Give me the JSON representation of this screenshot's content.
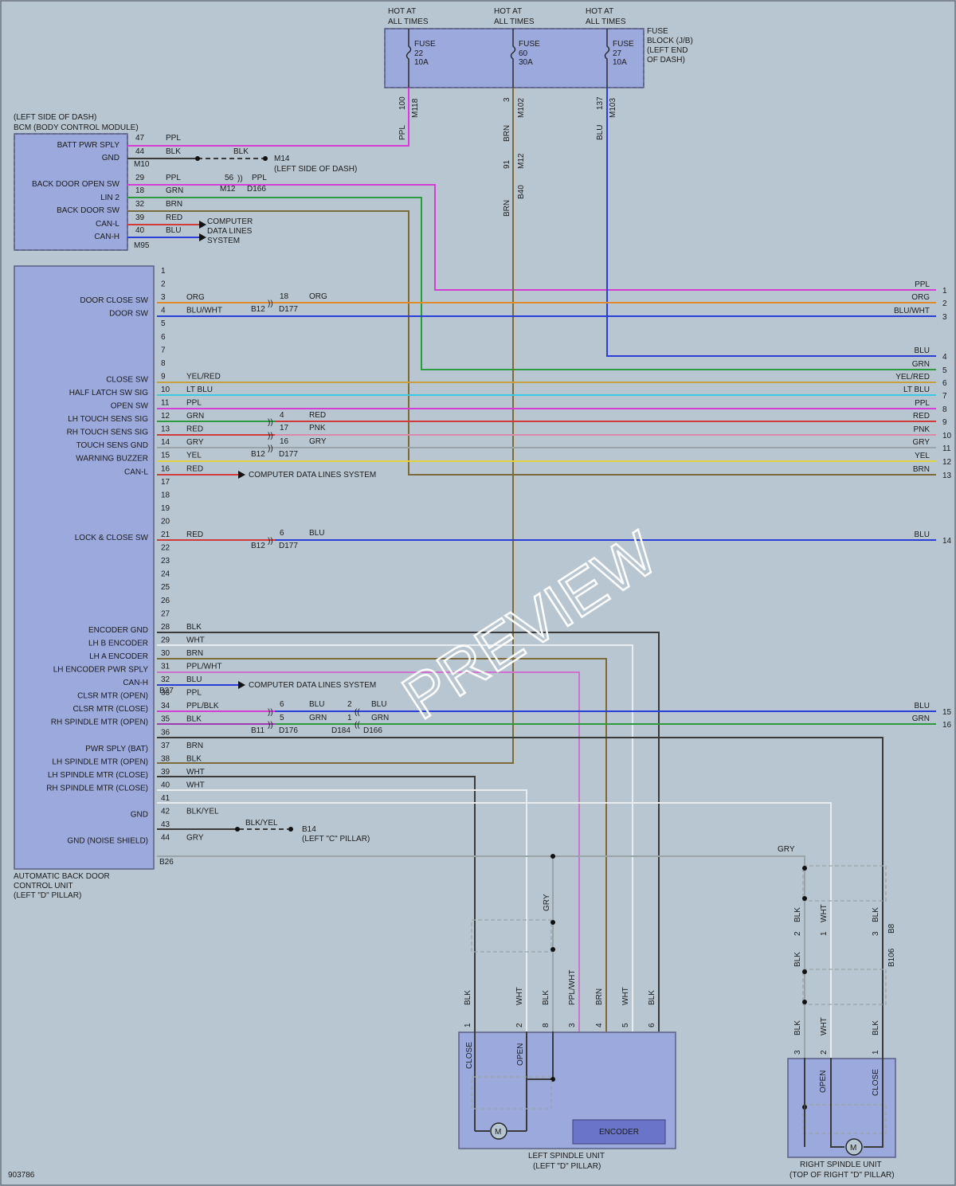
{
  "title_fuse": [
    "HOT AT",
    "ALL TIMES"
  ],
  "fuse_block": [
    "FUSE",
    "BLOCK (J/B)",
    "(LEFT END",
    "OF DASH)"
  ],
  "fuses": [
    {
      "label": "FUSE",
      "num": "22",
      "amp": "10A",
      "pin": "100",
      "conn": "M118",
      "wire": "PPL"
    },
    {
      "label": "FUSE",
      "num": "60",
      "amp": "30A",
      "pin": "3",
      "conn": "M102",
      "wire": "BRN"
    },
    {
      "label": "FUSE",
      "num": "27",
      "amp": "10A",
      "pin": "137",
      "conn": "M103",
      "wire": "BLU"
    }
  ],
  "bcm": {
    "location": "(LEFT SIDE OF DASH)",
    "name": "BCM (BODY CONTROL MODULE)",
    "pins": [
      {
        "label": "BATT PWR SPLY",
        "pin": "47",
        "wire": "PPL"
      },
      {
        "label": "GND",
        "pin": "44",
        "wire": "BLK"
      },
      {
        "label": "BACK DOOR OPEN SW",
        "pin": "29",
        "wire": "PPL"
      },
      {
        "label": "",
        "pin": "18",
        "wire": "GRN"
      },
      {
        "label": "LIN 2",
        "pin": "32",
        "wire": "BRN"
      },
      {
        "label": "BACK DOOR SW",
        "pin": "39",
        "wire": "RED"
      },
      {
        "label": "CAN-L",
        "pin": "40",
        "wire": "BLU"
      },
      {
        "label": "CAN-H",
        "pin": "",
        "wire": ""
      }
    ],
    "conn_m10": "M10",
    "conn_m95": "M95",
    "gnd_wire": "BLK",
    "gnd_conn": "M14",
    "gnd_loc": "(LEFT SIDE OF DASH)",
    "m12_pin": "56",
    "m12": "M12",
    "d166": "D166",
    "m12_wire": "PPL",
    "computer": [
      "COMPUTER",
      "DATA LINES",
      "SYSTEM"
    ]
  },
  "brn_mid": {
    "pin1": "91",
    "conn1": "M12",
    "conn2": "B40",
    "wire": "BRN"
  },
  "abd": {
    "name": [
      "AUTOMATIC BACK DOOR",
      "CONTROL UNIT",
      "(LEFT \"D\" PILLAR)"
    ],
    "pin_numbers": [
      "1",
      "2",
      "3",
      "4",
      "5",
      "6",
      "7",
      "8",
      "9",
      "10",
      "11",
      "12",
      "13",
      "14",
      "15",
      "16",
      "17",
      "18",
      "19",
      "20",
      "21",
      "22",
      "23",
      "24",
      "25",
      "26",
      "27",
      "28",
      "29",
      "30",
      "31",
      "32",
      "33",
      "34",
      "35",
      "36",
      "37",
      "38",
      "39",
      "40",
      "41",
      "42",
      "43",
      "44"
    ],
    "labels": [
      {
        "pin": 3,
        "text": "DOOR CLOSE SW"
      },
      {
        "pin": 4,
        "text": "DOOR SW"
      },
      {
        "pin": 9,
        "text": "CLOSE SW"
      },
      {
        "pin": 10,
        "text": "HALF LATCH SW SIG"
      },
      {
        "pin": 11,
        "text": "OPEN SW"
      },
      {
        "pin": 12,
        "text": "LH TOUCH SENS SIG"
      },
      {
        "pin": 13,
        "text": "RH TOUCH SENS SIG"
      },
      {
        "pin": 14,
        "text": "TOUCH SENS GND"
      },
      {
        "pin": 15,
        "text": "WARNING BUZZER"
      },
      {
        "pin": 16,
        "text": "CAN-L"
      },
      {
        "pin": 21,
        "text": "LOCK & CLOSE SW"
      },
      {
        "pin": 28,
        "text": "ENCODER GND"
      },
      {
        "pin": 29,
        "text": "LH B ENCODER"
      },
      {
        "pin": 30,
        "text": "LH A ENCODER"
      },
      {
        "pin": 31,
        "text": "LH ENCODER PWR SPLY"
      },
      {
        "pin": 32,
        "text": "CAN-H"
      },
      {
        "pin": 33,
        "text": "CLSR MTR (OPEN)"
      },
      {
        "pin": 34,
        "text": "CLSR MTR (CLOSE)"
      },
      {
        "pin": 35,
        "text": "RH SPINDLE MTR (OPEN)"
      },
      {
        "pin": 37,
        "text": "PWR SPLY (BAT)"
      },
      {
        "pin": 38,
        "text": "LH SPINDLE MTR (OPEN)"
      },
      {
        "pin": 39,
        "text": "LH SPINDLE MTR (CLOSE)"
      },
      {
        "pin": 40,
        "text": "RH SPINDLE MTR (CLOSE)"
      },
      {
        "pin": 42,
        "text": "GND"
      },
      {
        "pin": 44,
        "text": "GND (NOISE SHIELD)"
      }
    ],
    "wires": [
      {
        "pin": 3,
        "text": "ORG"
      },
      {
        "pin": 4,
        "text": "BLU/WHT"
      },
      {
        "pin": 9,
        "text": "YEL/RED"
      },
      {
        "pin": 10,
        "text": "LT BLU"
      },
      {
        "pin": 11,
        "text": "PPL"
      },
      {
        "pin": 12,
        "text": "GRN"
      },
      {
        "pin": 13,
        "text": "RED"
      },
      {
        "pin": 14,
        "text": "GRY"
      },
      {
        "pin": 15,
        "text": "YEL"
      },
      {
        "pin": 16,
        "text": "RED"
      },
      {
        "pin": 21,
        "text": "RED"
      },
      {
        "pin": 28,
        "text": "BLK"
      },
      {
        "pin": 29,
        "text": "WHT"
      },
      {
        "pin": 30,
        "text": "BRN"
      },
      {
        "pin": 31,
        "text": "PPL/WHT"
      },
      {
        "pin": 32,
        "text": "BLU"
      },
      {
        "pin": 33,
        "text": "PPL"
      },
      {
        "pin": 34,
        "text": "PPL/BLK"
      },
      {
        "pin": 35,
        "text": "BLK"
      },
      {
        "pin": 37,
        "text": "BRN"
      },
      {
        "pin": 38,
        "text": "BLK"
      },
      {
        "pin": 39,
        "text": "WHT"
      },
      {
        "pin": 40,
        "text": "WHT"
      },
      {
        "pin": 42,
        "text": "BLK/YEL"
      },
      {
        "pin": 44,
        "text": "GRY"
      }
    ],
    "conn_b27": "B27",
    "conn_b26": "B26",
    "gnd_wire": "BLK/YEL",
    "gnd_conn": "B14",
    "gnd_loc": "(LEFT \"C\" PILLAR)",
    "computer_line": "COMPUTER DATA LINES SYSTEM"
  },
  "splices": {
    "d177_a": {
      "p1": "18",
      "p2": "",
      "w": "ORG",
      "c1": "B12",
      "c2": "D177"
    },
    "d177_b": {
      "p1": "4",
      "p2": "17",
      "p3": "16",
      "w1": "RED",
      "w2": "PNK",
      "w3": "GRY",
      "c1": "B12",
      "c2": "D177"
    },
    "d177_c": {
      "p1": "6",
      "w": "BLU",
      "c1": "B12",
      "c2": "D177"
    },
    "d176": {
      "p1": "6",
      "p2": "5",
      "w1": "BLU",
      "w2": "GRN",
      "c1": "B11",
      "c2": "D176"
    },
    "d166": {
      "p1": "2",
      "p2": "1",
      "w1": "BLU",
      "w2": "GRN",
      "c1": "D184",
      "c2": "D166"
    }
  },
  "right_lines": [
    {
      "num": "1",
      "wire": "PPL"
    },
    {
      "num": "2",
      "wire": "ORG"
    },
    {
      "num": "3",
      "wire": "BLU/WHT"
    },
    {
      "num": "4",
      "wire": "BLU"
    },
    {
      "num": "5",
      "wire": "GRN"
    },
    {
      "num": "6",
      "wire": "YEL/RED"
    },
    {
      "num": "7",
      "wire": "LT BLU"
    },
    {
      "num": "8",
      "wire": "PPL"
    },
    {
      "num": "9",
      "wire": "RED"
    },
    {
      "num": "10",
      "wire": "PNK"
    },
    {
      "num": "11",
      "wire": "GRY"
    },
    {
      "num": "12",
      "wire": "YEL"
    },
    {
      "num": "13",
      "wire": "BRN"
    },
    {
      "num": "14",
      "wire": "BLU"
    },
    {
      "num": "15",
      "wire": "BLU"
    },
    {
      "num": "16",
      "wire": "GRN"
    }
  ],
  "left_spindle": {
    "name": [
      "LEFT SPINDLE UNIT",
      "(LEFT \"D\" PILLAR)"
    ],
    "close": "CLOSE",
    "open": "OPEN",
    "encoder": "ENCODER",
    "motor": "M",
    "pins": [
      {
        "pin": "1",
        "wire": "BLK"
      },
      {
        "pin": "2",
        "wire": "WHT"
      },
      {
        "pin": "8",
        "wire": "BLK"
      },
      {
        "pin": "3",
        "wire": "PPL/WHT"
      },
      {
        "pin": "4",
        "wire": "BRN"
      },
      {
        "pin": "5",
        "wire": "WHT"
      },
      {
        "pin": "6",
        "wire": "BLK"
      }
    ],
    "gry": "GRY"
  },
  "right_spindle": {
    "name": [
      "RIGHT SPINDLE UNIT",
      "(TOP OF RIGHT \"D\" PILLAR)"
    ],
    "open": "OPEN",
    "close": "CLOSE",
    "motor": "M",
    "upper": [
      {
        "pin": "2",
        "wire": "BLK"
      },
      {
        "pin": "1",
        "wire": "WHT"
      },
      {
        "pin": "3",
        "wire": "BLK"
      }
    ],
    "mid": [
      {
        "wire": "BLK"
      }
    ],
    "lower": [
      {
        "pin": "3",
        "wire": "BLK"
      },
      {
        "pin": "2",
        "wire": "WHT"
      },
      {
        "pin": "1",
        "wire": "BLK"
      }
    ],
    "conn_b8": "B8",
    "conn_b106": "B106",
    "gry": "GRY"
  },
  "doc_id": "903786",
  "watermark": "PREVIEW",
  "colors": {
    "PPL": "#d43ed6",
    "BLK": "#3a3a3a",
    "GRN": "#2e9a3e",
    "BRN": "#7a6a3c",
    "RED": "#d03a3a",
    "BLU": "#2a3fd8",
    "ORG": "#e08a2a",
    "YEL": "#e0d23a",
    "LTBLU": "#3cc8e0",
    "PNK": "#d88aa8",
    "GRY": "#9aa3a8",
    "WHT": "#e8ecee",
    "YELRED": "#c8a040",
    "PPLWHT": "#d070d0",
    "PPLBLK": "#a03ab0"
  }
}
